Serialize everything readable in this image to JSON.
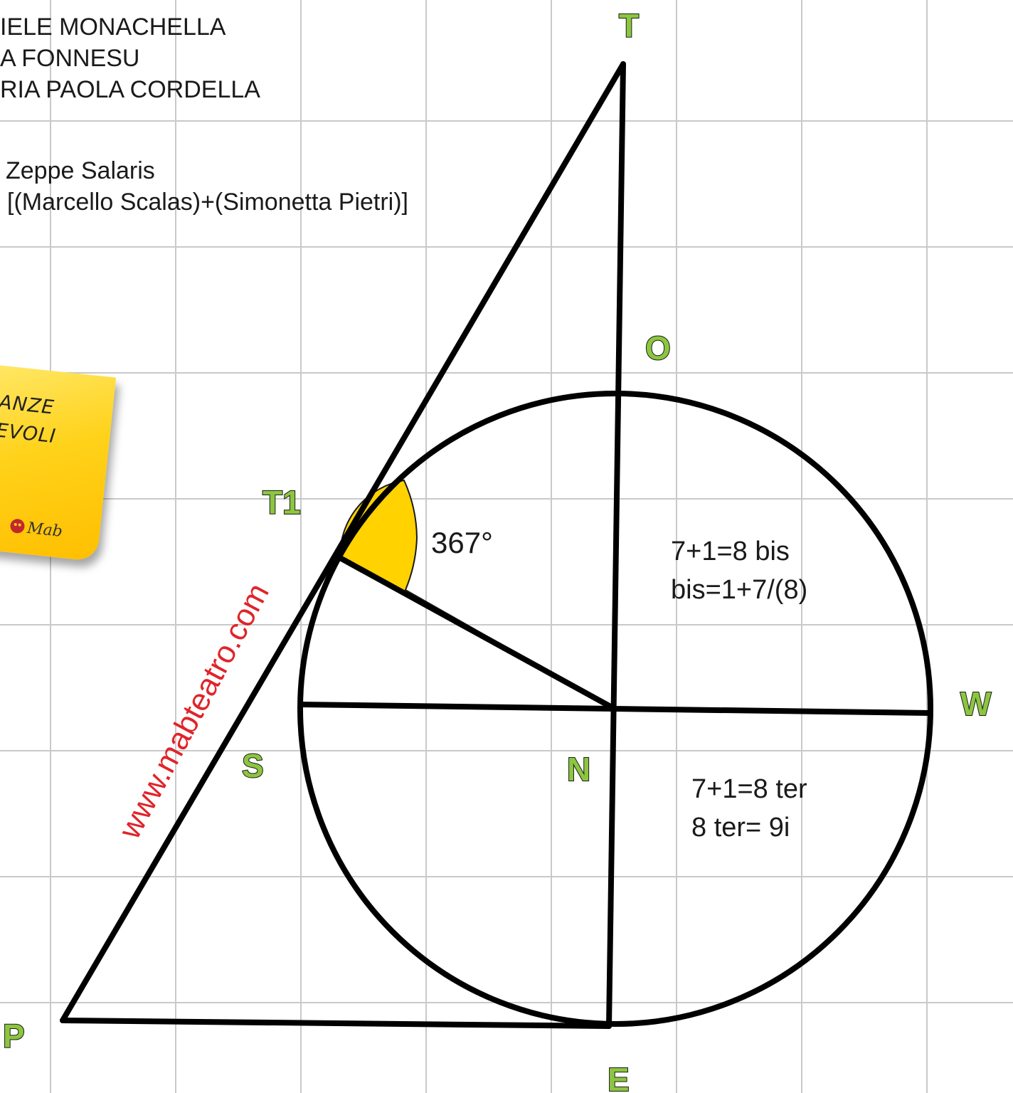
{
  "credits": {
    "lines": [
      "IELE MONACHELLA",
      "A FONNESU",
      "RIA PAOLA CORDELLA"
    ],
    "subtitle": "Zeppe Salaris",
    "subtitle2": "[(Marcello Scalas)+(Simonetta Pietri)]"
  },
  "note": {
    "line1": "ANZE",
    "line2": "EVOLI",
    "logo_text": "Mab",
    "color": "#ffd21a"
  },
  "diagram": {
    "points": {
      "T": "T",
      "O": "O",
      "T1": "T1",
      "W": "W",
      "S": "S",
      "N": "N",
      "P": "P",
      "E": "E"
    },
    "angle_label": "367°",
    "angle_color": "#ffd200",
    "label_color": "#8cc63f",
    "eq_top_1": "7+1=8 bis",
    "eq_top_2": "bis=1+7/(8)",
    "eq_bottom_1": "7+1=8 ter",
    "eq_bottom_2": "8 ter= 9i"
  },
  "watermark": {
    "text": "www.mabteatro.com",
    "color": "#e0242a"
  }
}
